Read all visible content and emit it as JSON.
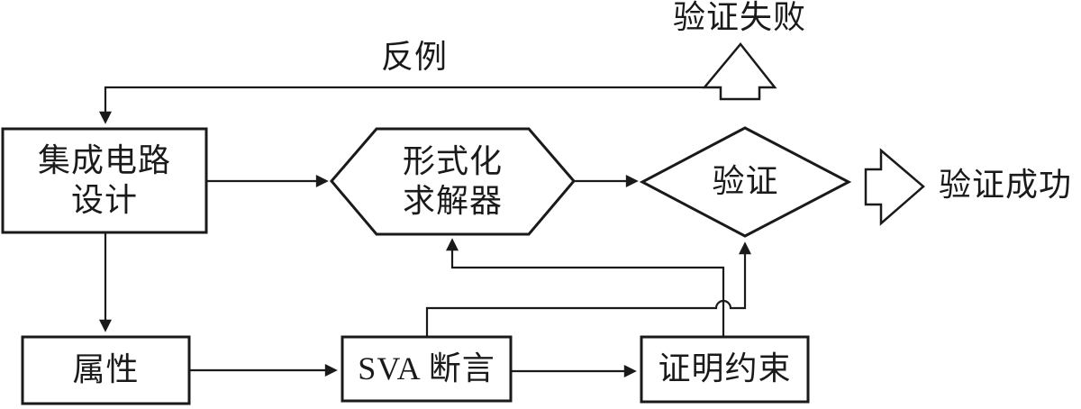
{
  "meta": {
    "background_color": "#ffffff",
    "ink_color": "#1a1a1a",
    "diagram_type": "flowchart"
  },
  "nodes": {
    "design": {
      "label": "集成电路\n设计",
      "shape": "rect"
    },
    "property": {
      "label": "属性",
      "shape": "rect"
    },
    "sva_assertion": {
      "label": "SVA 断言",
      "shape": "rect"
    },
    "proof_constraint": {
      "label": "证明约束",
      "shape": "rect"
    },
    "formal_solver": {
      "label": "形式化\n求解器",
      "shape": "hexagon"
    },
    "verification": {
      "label": "验证",
      "shape": "diamond"
    }
  },
  "labels": {
    "counterexample": "反例",
    "verify_fail": "验证失败",
    "verify_success": "验证成功"
  },
  "edges": [
    {
      "from": "design",
      "to": "formal_solver"
    },
    {
      "from": "formal_solver",
      "to": "verification"
    },
    {
      "from": "verification",
      "to": "verify_fail",
      "style": "hollow-block-arrow-up"
    },
    {
      "from": "verification",
      "to": "verify_success",
      "style": "hollow-block-arrow-right"
    },
    {
      "from": "verification",
      "to": "design",
      "label": "反例"
    },
    {
      "from": "design",
      "to": "property"
    },
    {
      "from": "property",
      "to": "sva_assertion"
    },
    {
      "from": "sva_assertion",
      "to": "proof_constraint"
    },
    {
      "from": "sva_assertion",
      "to": "verification",
      "note": "hops over crossing line"
    },
    {
      "from": "proof_constraint",
      "to": "formal_solver"
    }
  ]
}
